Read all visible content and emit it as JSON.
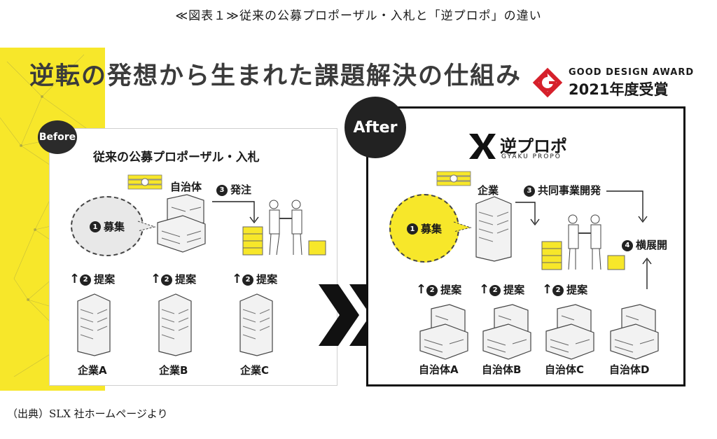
{
  "caption_top": "≪図表１≫従来の公募プロポーザル・入札と「逆プロポ」の違い",
  "headline": "逆転の発想から生まれた課題解決の仕組み",
  "award": {
    "line1": "GOOD DESIGN AWARD",
    "line2": "2021年度受賞",
    "mark": "g-mark-icon"
  },
  "before": {
    "badge": "Before",
    "title": "従来の公募プロポーザル・入札",
    "top_entity": "自治体",
    "step1": "募集",
    "step3": "発注",
    "propose_label": "提案",
    "companies": [
      "企業A",
      "企業B",
      "企業C"
    ]
  },
  "after": {
    "badge": "After",
    "brand": "逆プロポ",
    "brand_sub": "GYAKU PROPO",
    "top_entity": "企業",
    "step1": "募集",
    "step3": "共同事業開発",
    "step4": "横展開",
    "propose_label": "提案",
    "govs": [
      "自治体A",
      "自治体B",
      "自治体C",
      "自治体D"
    ]
  },
  "step_numbers": [
    "1",
    "2",
    "3",
    "4"
  ],
  "caption_bottom": "（出典）SLX 社ホームページより",
  "colors": {
    "yellow": "#f7e72a",
    "dark": "#222222",
    "gray": "#e8e8e8"
  }
}
